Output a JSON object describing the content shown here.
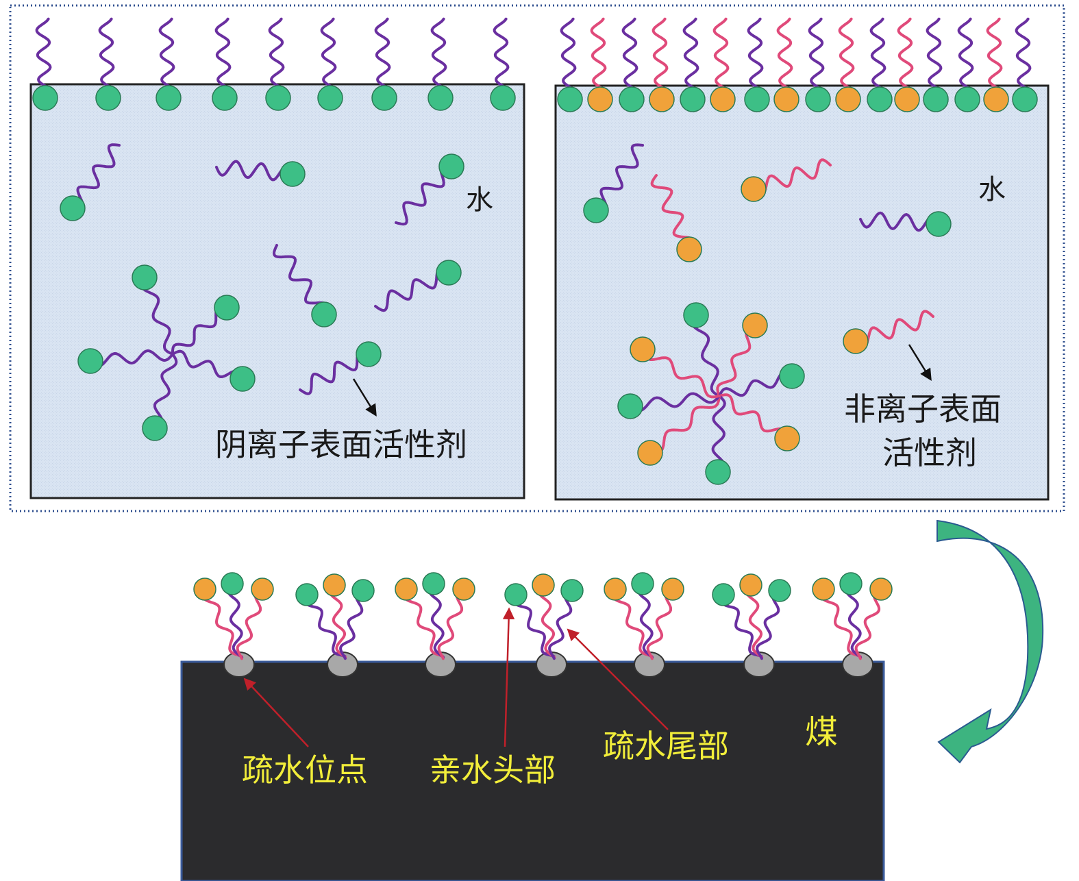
{
  "colors": {
    "panel_fill": "#d9e4f2",
    "panel_stroke": "#222222",
    "dotted_border": "#2f4f8f",
    "anionic_head": "#3dbf86",
    "nonionic_head": "#f0a23a",
    "anionic_tail": "#6a2fa0",
    "nonionic_tail": "#e04a7a",
    "coal_fill": "#2b2b2d",
    "coal_border": "#3a5a9a",
    "site_fill": "#a8a8a8",
    "label_yellow": "#f2ee3a",
    "pointer_red": "#c0202a",
    "arrow_green": "#3db480"
  },
  "left_panel": {
    "water_label": "水",
    "surfactant_label": "阴离子表面活性剂"
  },
  "right_panel": {
    "water_label": "水",
    "surfactant_label_line1": "非离子表面",
    "surfactant_label_line2": "活性剂"
  },
  "coal": {
    "coal_label": "煤",
    "hydrophobic_site_label": "疏水位点",
    "hydrophilic_head_label": "亲水头部",
    "hydrophobic_tail_label": "疏水尾部"
  }
}
